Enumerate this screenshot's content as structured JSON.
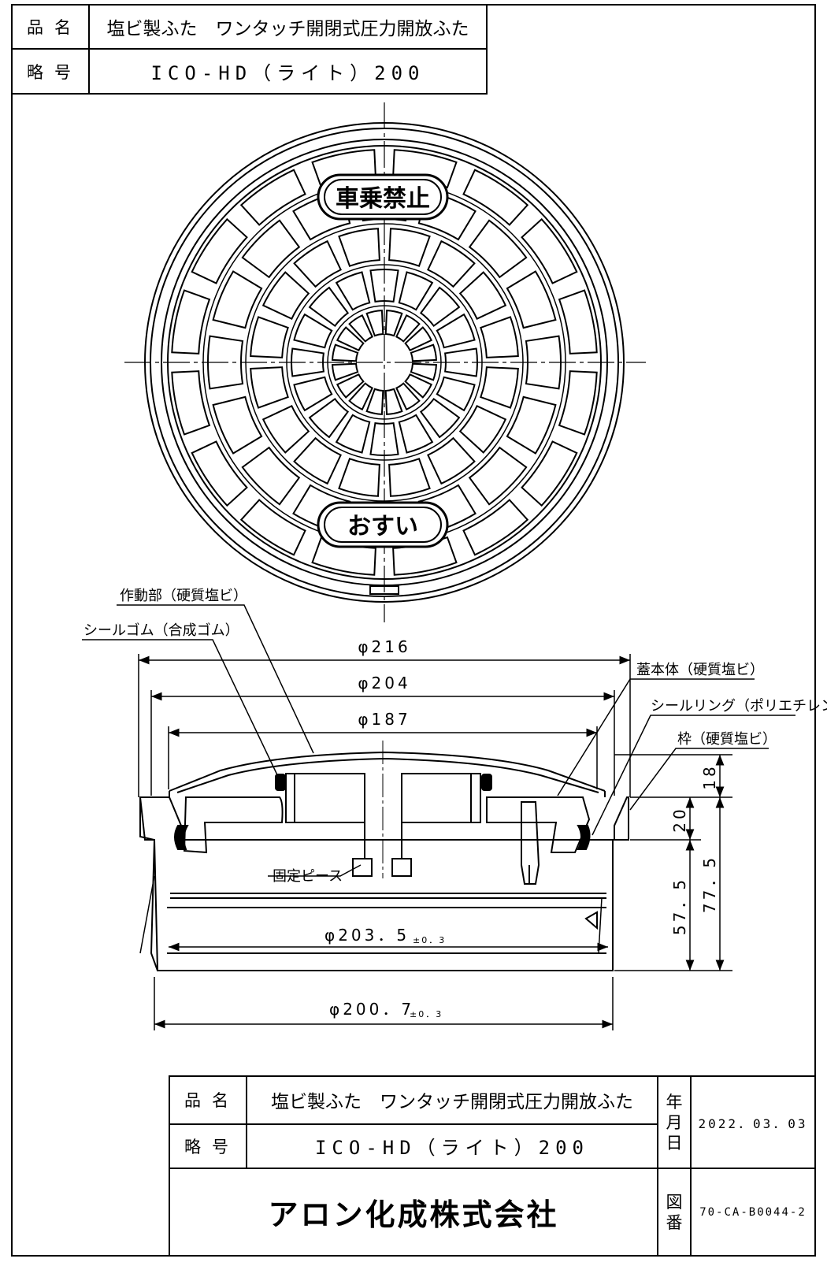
{
  "title_block_top": {
    "name_label": "品名",
    "name_value": "塩ビ製ふた　ワンタッチ開閉式圧力開放ふた",
    "code_label": "略号",
    "code_value": "ICO-HD（ライト）200"
  },
  "cover_markings": {
    "top_plate": "車乗禁止",
    "bottom_plate": "おすい"
  },
  "callouts": {
    "actuator": "作動部（硬質塩ビ）",
    "seal_rubber": "シールゴム（合成ゴム）",
    "lid_body": "蓋本体（硬質塩ビ）",
    "seal_ring": "シールリング（ポリエチレン）",
    "frame": "枠（硬質塩ビ）",
    "fixing_piece": "固定ピース"
  },
  "dimensions": {
    "d216": "φ216",
    "d204": "φ204",
    "d187": "φ187",
    "d203": "φ203．5",
    "d203_tol": "±0．3",
    "d200": "φ200．7",
    "d200_tol": "±0．3",
    "h18": "18",
    "h20": "20",
    "h57": "57．5",
    "h77": "77．5"
  },
  "title_block_bottom": {
    "name_label": "品名",
    "name_value": "塩ビ製ふた　ワンタッチ開閉式圧力開放ふた",
    "code_label": "略号",
    "code_value": "ICO-HD（ライト）200",
    "date_label": "年月日",
    "date_value": "2022．03．03",
    "company": "アロン化成株式会社",
    "drawing_no_label": "図番",
    "drawing_no": "70-CA-B0044-2"
  }
}
